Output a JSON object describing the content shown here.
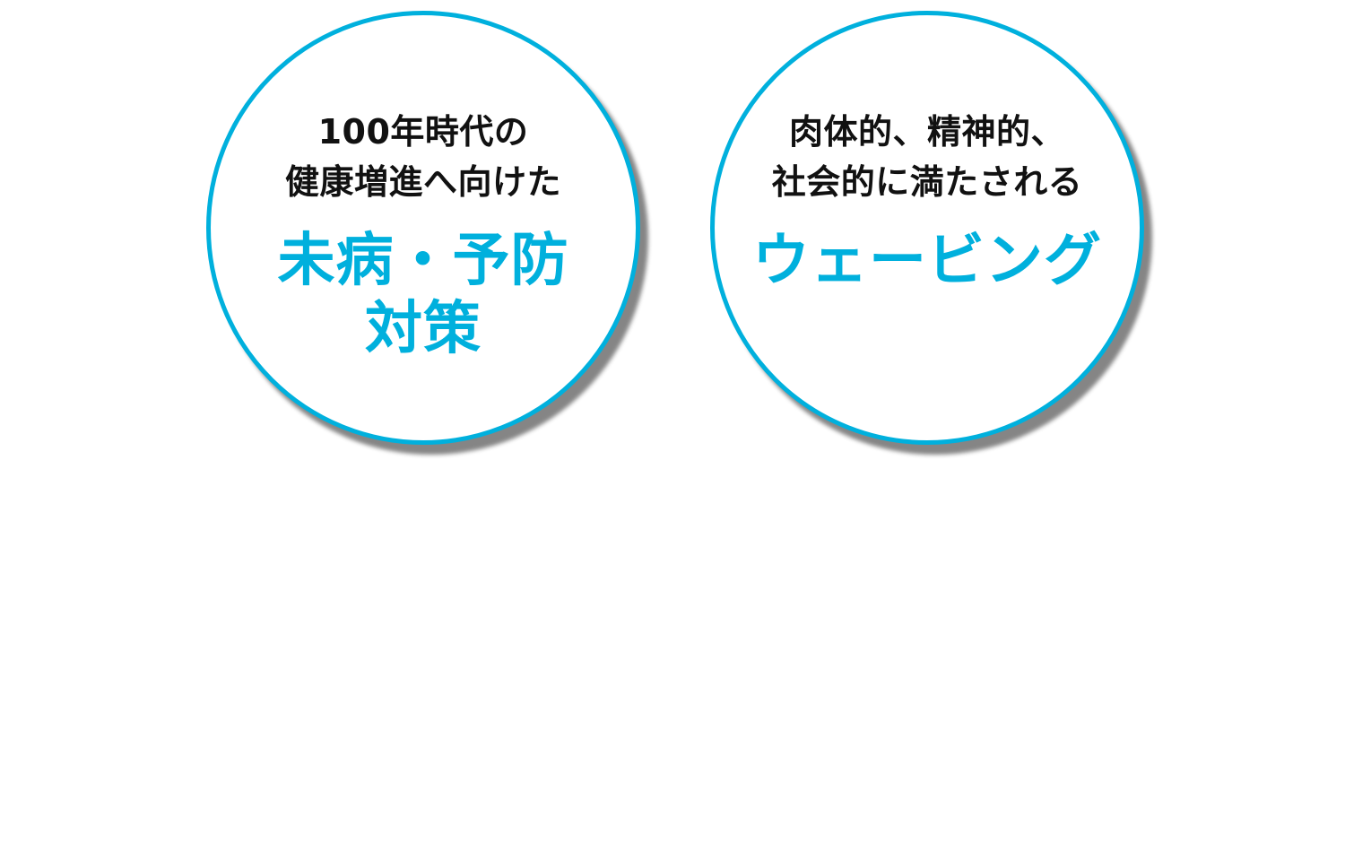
{
  "circles": [
    {
      "sub_lines": [
        "100年時代の",
        "健康増進へ向けた"
      ],
      "main_lines": [
        "未病・予防",
        "対策"
      ]
    },
    {
      "sub_lines": [
        "肉体的、精神的、",
        "社会的に満たされる"
      ],
      "main_lines": [
        "ウェービング"
      ]
    }
  ],
  "colors": {
    "accent": "#00b0dd",
    "text": "#111111",
    "background": "#ffffff"
  }
}
